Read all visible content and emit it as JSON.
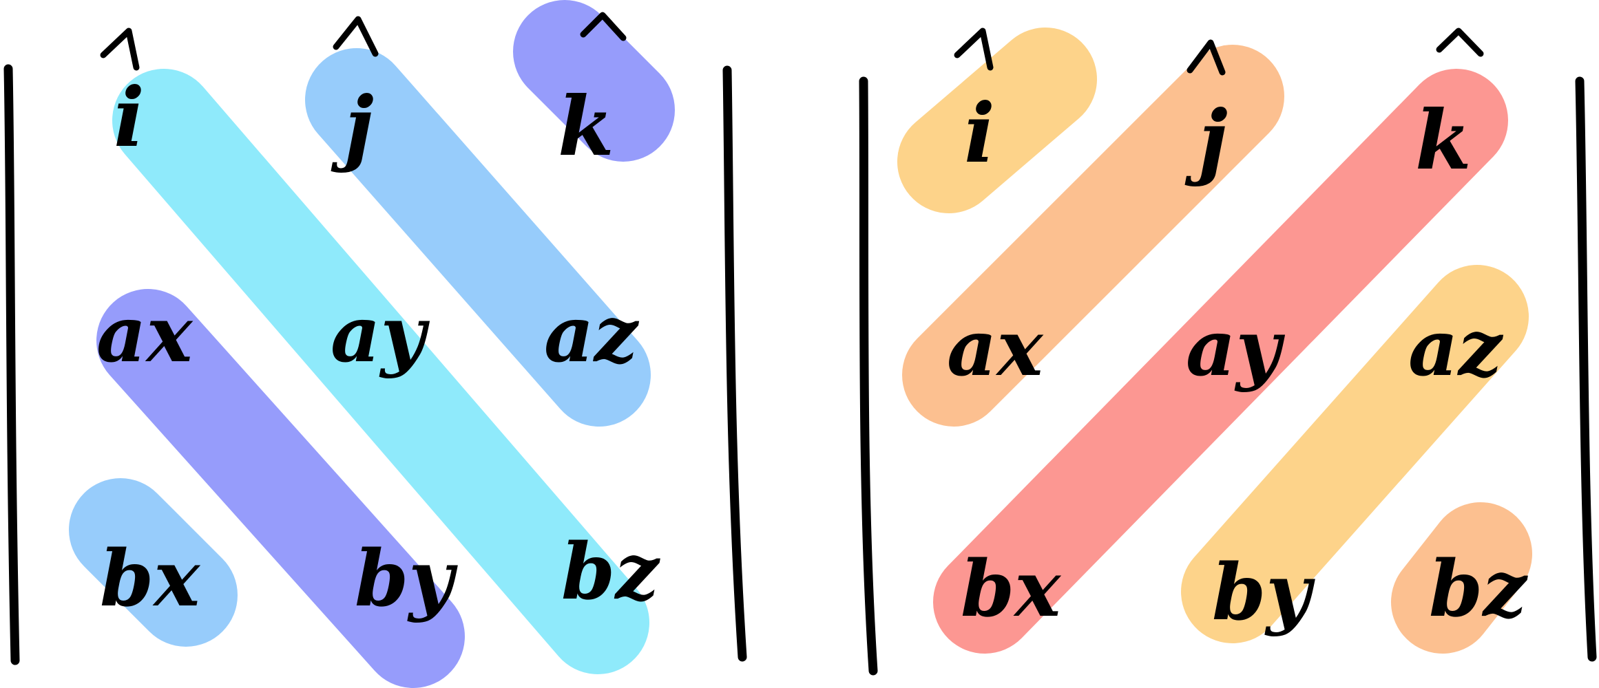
{
  "colors": {
    "cyan": "#8FEAFB",
    "light_blue": "#97CCFB",
    "periwinkle": "#969CFB",
    "yellow": "#FDD38A",
    "peach": "#FCC090",
    "salmon": "#FC9792",
    "ink": "#000000"
  },
  "left_determinant": {
    "row1": {
      "c1": "i",
      "c2": "j",
      "c3": "k"
    },
    "row2": {
      "c1": "ax",
      "c2": "ay",
      "c3": "az"
    },
    "row3": {
      "c1": "bx",
      "c2": "by",
      "c3": "bz"
    }
  },
  "right_determinant": {
    "row1": {
      "c1": "i",
      "c2": "j",
      "c3": "k"
    },
    "row2": {
      "c1": "ax",
      "c2": "ay",
      "c3": "az"
    },
    "row3": {
      "c1": "bx",
      "c2": "by",
      "c3": "bz"
    }
  }
}
